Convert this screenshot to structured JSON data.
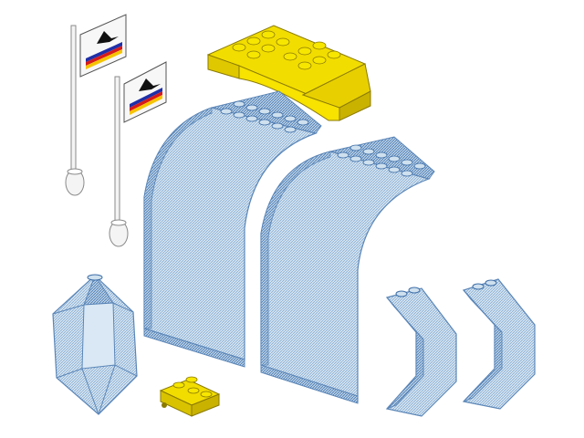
{
  "scene": {
    "description_colors": {
      "background": "#ffffff",
      "trans_clear_fill": "#cfe0ee",
      "trans_clear_stroke": "#5b86b8",
      "trans_clear_hatch": "#8fb2d6",
      "yellow_fill": "#f2dd00",
      "yellow_dark": "#c9b200",
      "yellow_stroke": "#8a7a00",
      "white_part": "#f4f4f4",
      "grey_stroke": "#8a8a8a",
      "flag_blue": "#1e2fa8",
      "flag_red": "#d61b1b",
      "flag_yellow": "#f5c400",
      "flag_black": "#111111"
    },
    "pieces": [
      {
        "name": "flag-on-pole",
        "color": "white",
        "count": 2
      },
      {
        "name": "yellow-arch-slope",
        "color": "yellow",
        "count": 1
      },
      {
        "name": "trans-clear-curved-panel",
        "color": "trans-clear",
        "count": 2
      },
      {
        "name": "trans-clear-gem",
        "color": "trans-clear",
        "count": 1
      },
      {
        "name": "yellow-2x2-plate",
        "color": "yellow",
        "count": 1
      },
      {
        "name": "trans-clear-bracket",
        "color": "trans-clear",
        "count": 2
      }
    ]
  }
}
